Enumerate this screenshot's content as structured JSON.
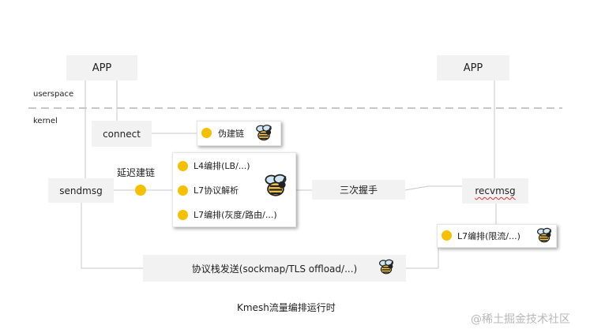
{
  "app_left": "APP",
  "app_right": "APP",
  "userspace_label": "userspace",
  "kernel_label": "kernel",
  "connect": "connect",
  "fake_link": "伪建链",
  "delayed_link": "延迟建链",
  "sendmsg": "sendmsg",
  "l4_orchestration": "L4编排(LB/...)",
  "l7_parse": "L7协议解析",
  "l7_orchestration_gray": "L7编排(灰度/路由/...)",
  "three_way_handshake": "三次握手",
  "recvmsg": "recvmsg",
  "l7_orchestration_limit": "L7编排(限流/...)",
  "protocol_stack_send": "协议栈发送(sockmap/TLS offload/...)",
  "caption": "Kmesh流量编排运行时",
  "watermark": "@稀土掘金技术社区",
  "colors": {
    "dot": "#f5c000",
    "box": "#f2f2f2",
    "line": "#bdbdbd"
  },
  "icons": [
    "bee-icon"
  ]
}
